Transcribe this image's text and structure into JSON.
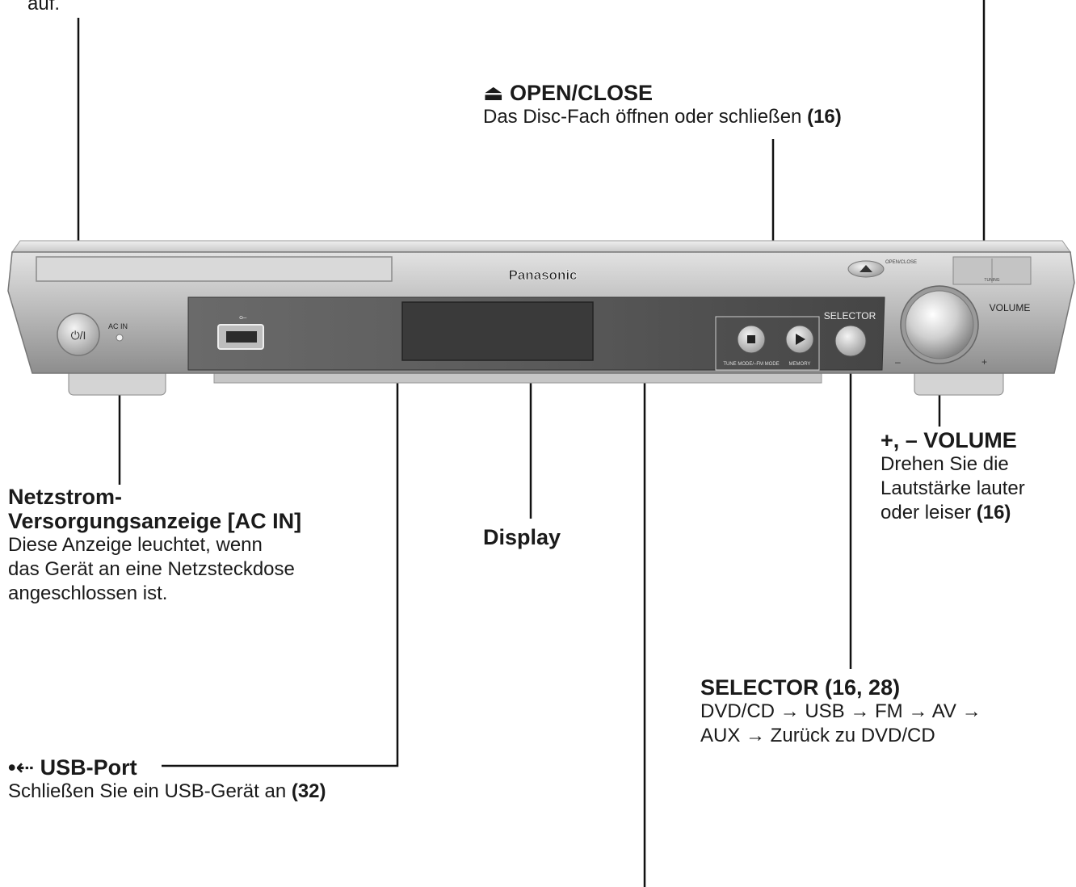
{
  "top_fragment": "auf.",
  "open_close": {
    "title": "OPEN/CLOSE",
    "desc": "Das Disc-Fach öffnen oder schließen",
    "ref": "(16)"
  },
  "ac_in": {
    "title_line1": "Netzstrom-",
    "title_line2": "Versorgungsanzeige [AC IN]",
    "desc_line1": "Diese Anzeige leuchtet, wenn",
    "desc_line2": "das Gerät an eine Netzsteckdose",
    "desc_line3": "angeschlossen ist."
  },
  "display_label": "Display",
  "volume": {
    "title": "+, – VOLUME",
    "desc_line1": "Drehen Sie die",
    "desc_line2": "Lautstärke lauter",
    "desc_line3": "oder leiser",
    "ref": "(16)"
  },
  "selector": {
    "title": "SELECTOR (16, 28)",
    "desc_line1": "DVD/CD → USB → FM → AV →",
    "desc_line2": "AUX → Zurück zu DVD/CD"
  },
  "usb": {
    "title": "USB-Port",
    "desc": "Schließen Sie ein USB-Gerät an",
    "ref": "(32)"
  },
  "device": {
    "brand": "Panasonic",
    "power_label": "⏻/I",
    "ac_in_label": "AC IN",
    "open_close_label": "OPEN/CLOSE",
    "selector_label": "SELECTOR",
    "volume_label": "VOLUME",
    "volume_minus": "–",
    "volume_plus": "+",
    "btn1_label": "TUNE MODE/–FM MODE",
    "btn2_label": "MEMORY",
    "tuning_label": "TUNING"
  }
}
